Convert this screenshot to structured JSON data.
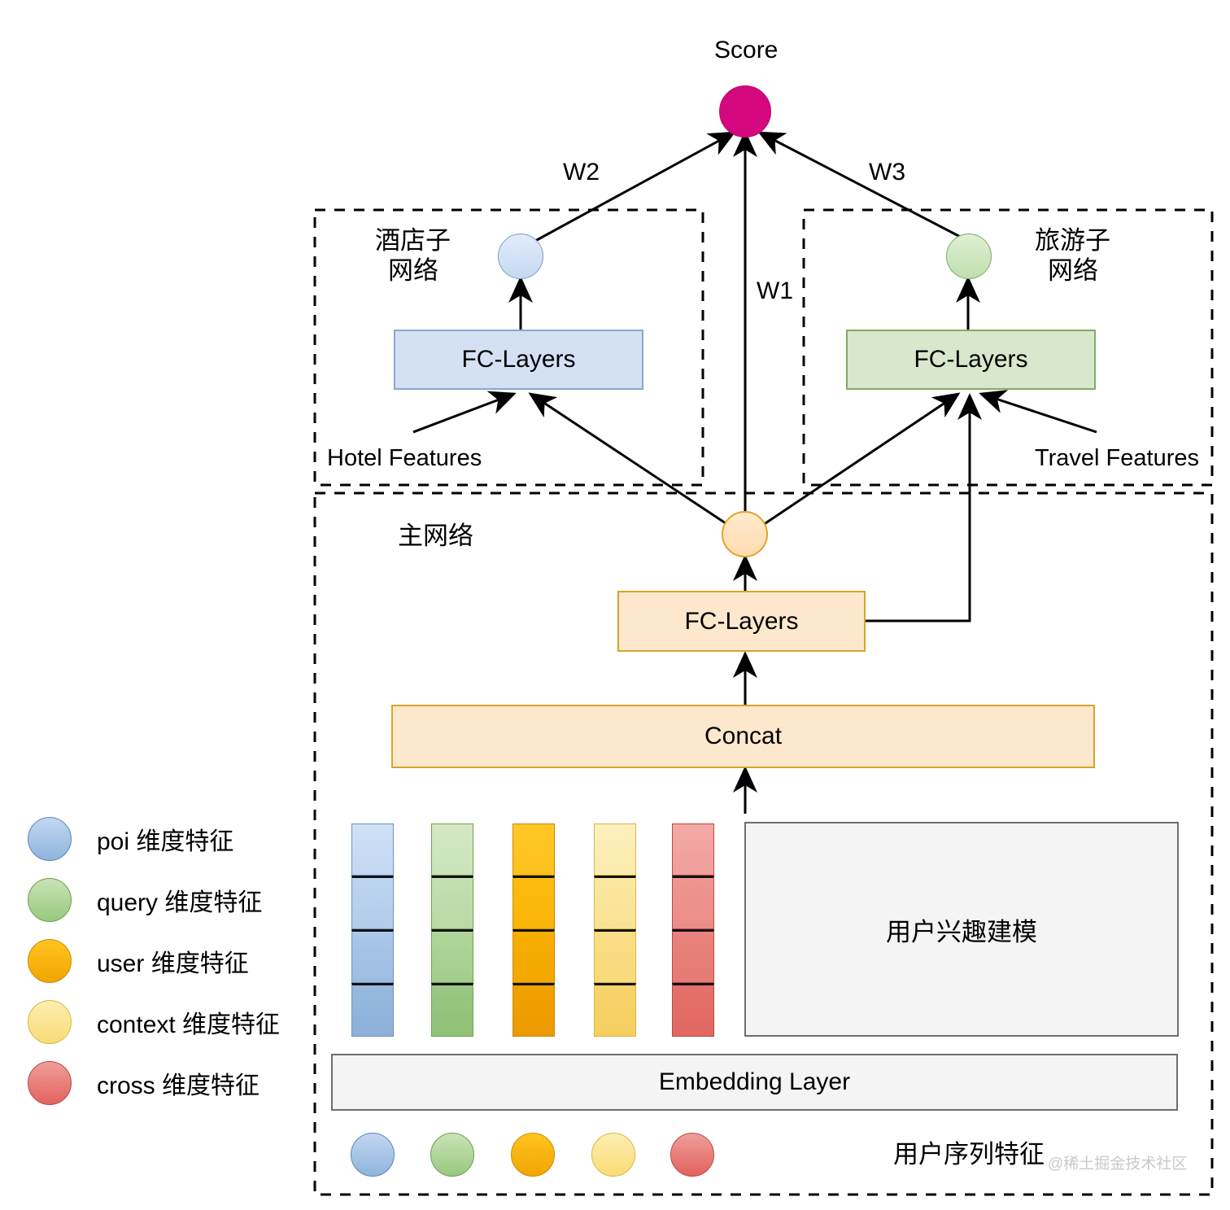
{
  "diagram": {
    "title_node": "Score",
    "weights": {
      "w1": "W1",
      "w2": "W2",
      "w3": "W3"
    },
    "subnet_left": {
      "name": "酒店子\n网络",
      "name_line1": "酒店子",
      "name_line2": "网络",
      "fc_label": "FC-Layers",
      "input_label": "Hotel Features",
      "color": "#d4e1f5",
      "border": "#8ba7cc"
    },
    "subnet_right": {
      "name_line1": "旅游子",
      "name_line2": "网络",
      "fc_label": "FC-Layers",
      "input_label": "Travel Features",
      "color": "#d7e8cd",
      "border": "#82ab63"
    },
    "main_net": {
      "name": "主网络",
      "fc_label": "FC-Layers",
      "concat_label": "Concat",
      "interest_label": "用户兴趣建模",
      "embedding_label": "Embedding Layer",
      "sequence_label": "用户序列特征",
      "color": "#fde8cd",
      "border": "#d6a52a"
    },
    "score_color": "#d4077e",
    "watermark": "@稀土掘金技术社区"
  },
  "legend": {
    "items": [
      {
        "label": "poi 维度特征",
        "color": "#8fb4dd",
        "name": "poi"
      },
      {
        "label": "query 维度特征",
        "color": "#98c97e",
        "name": "query"
      },
      {
        "label": "user 维度特征",
        "color": "#f0a500",
        "name": "user"
      },
      {
        "label": "context 维度特征",
        "color": "#fadc76",
        "name": "context"
      },
      {
        "label": "cross 维度特征",
        "color": "#e3635f",
        "name": "cross"
      }
    ]
  },
  "feature_columns": [
    {
      "name": "poi",
      "segments": 4
    },
    {
      "name": "query",
      "segments": 4
    },
    {
      "name": "user",
      "segments": 4
    },
    {
      "name": "context",
      "segments": 4
    },
    {
      "name": "cross",
      "segments": 4
    }
  ]
}
